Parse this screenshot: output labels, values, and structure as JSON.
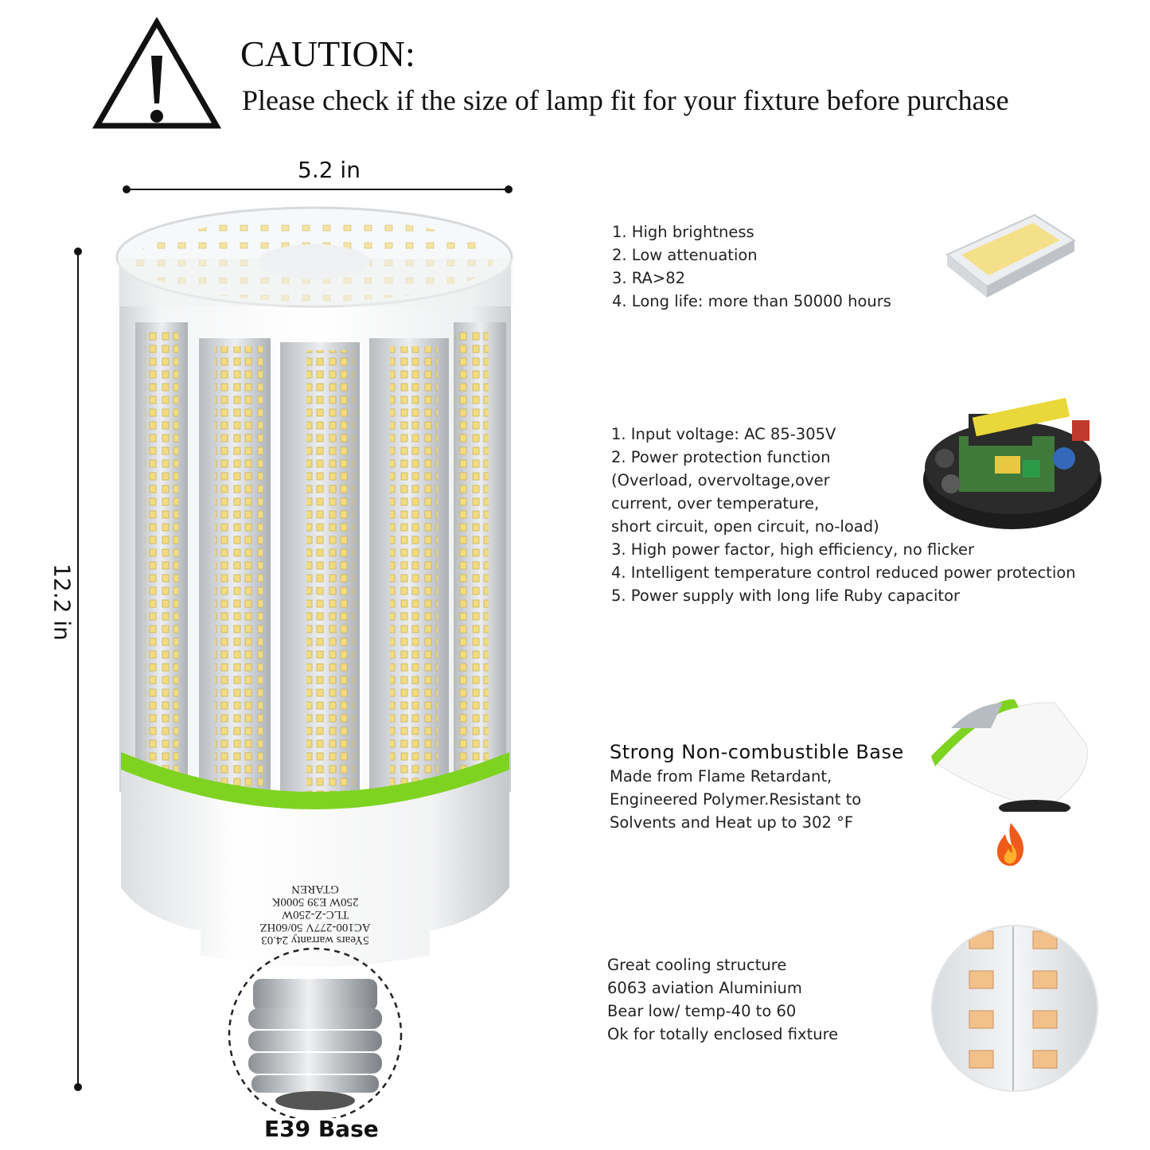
{
  "caution": {
    "title": "CAUTION:",
    "message": "Please check if the size of lamp fit for your fixture before purchase"
  },
  "dimensions": {
    "width_label": "5.2 in",
    "height_label": "12.2 in"
  },
  "base_label": "E39 Base",
  "lamp_base_print": [
    "GTAREN",
    "250W E39 5000K",
    "TLC-Z-250W",
    "AC100-277V 50/60HZ",
    "5Years warranty 24.03"
  ],
  "features": [
    {
      "id": "led-chip",
      "lines": [
        "1. High brightness",
        "2. Low attenuation",
        "3. RA>82",
        "4. Long life: more than 50000 hours"
      ]
    },
    {
      "id": "driver",
      "lines": [
        "1. Input voltage: AC 85-305V",
        "2. Power protection function",
        "(Overload, overvoltage,over",
        "current, over temperature,",
        "short circuit, open circuit, no-load)",
        "3. High power factor, high efficiency, no flicker",
        "4. Intelligent temperature control reduced power protection",
        "5. Power supply with long life Ruby capacitor"
      ]
    },
    {
      "id": "base",
      "title": "Strong Non-combustible Base",
      "lines": [
        "Made from Flame Retardant,",
        "Engineered Polymer.Resistant to",
        "Solvents and Heat up to 302 °F"
      ]
    },
    {
      "id": "cooling",
      "lines": [
        "Great cooling structure",
        "6063 aviation Aluminium",
        "Bear low/ temp-40 to 60",
        "Ok for totally enclosed fixture"
      ]
    }
  ],
  "colors": {
    "accent_green": "#7ed321",
    "warning_black": "#111111",
    "led_yellow": "#f5e08a"
  }
}
